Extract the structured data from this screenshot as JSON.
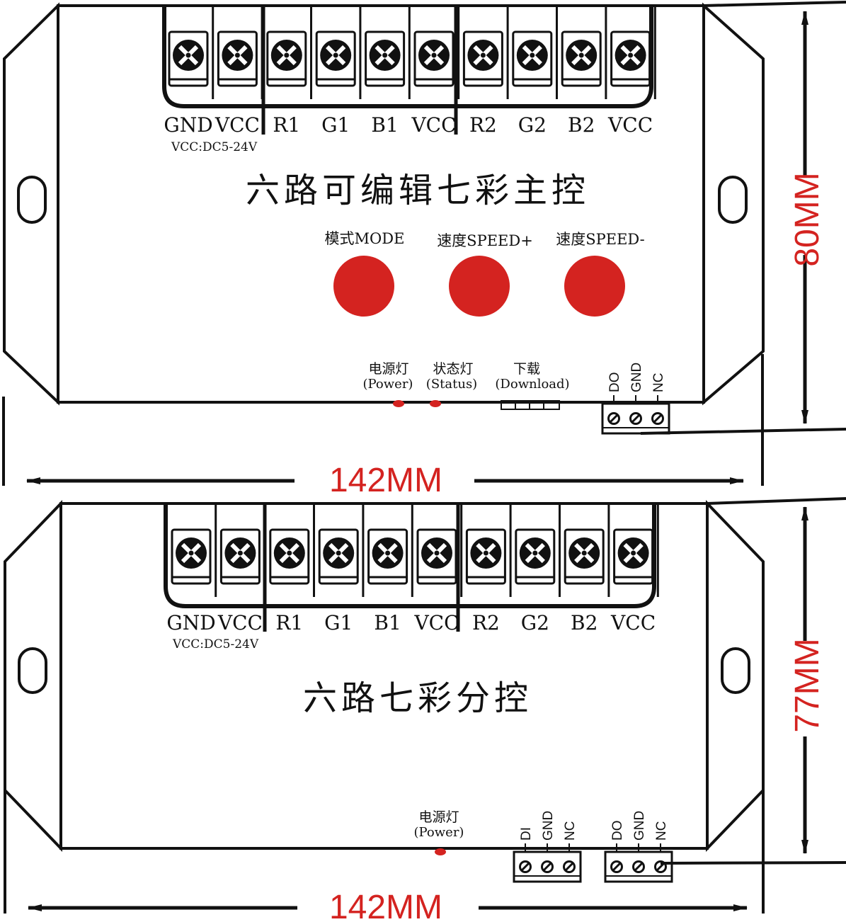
{
  "colors": {
    "ink": "#111111",
    "accent": "#d42320",
    "paper": "#ffffff"
  },
  "main_controller": {
    "terminals": [
      "GND",
      "VCC",
      "R1",
      "G1",
      "B1",
      "VCC",
      "R2",
      "G2",
      "B2",
      "VCC"
    ],
    "voltage": "VCC:DC5-24V",
    "title": "六路可编辑七彩主控",
    "buttons": [
      {
        "label": "模式MODE"
      },
      {
        "label": "速度SPEED+"
      },
      {
        "label": "速度SPEED-"
      }
    ],
    "power_led": {
      "cn": "电源灯",
      "en": "(Power)"
    },
    "status_led": {
      "cn": "状态灯",
      "en": "(Status)"
    },
    "download": {
      "cn": "下载",
      "en": "(Download)"
    },
    "output_pins": [
      "DO",
      "GND",
      "NC"
    ],
    "width_label": "142MM",
    "height_label": "80MM"
  },
  "sub_controller": {
    "terminals": [
      "GND",
      "VCC",
      "R1",
      "G1",
      "B1",
      "VCC",
      "R2",
      "G2",
      "B2",
      "VCC"
    ],
    "voltage": "VCC:DC5-24V",
    "title": "六路七彩分控",
    "power_led": {
      "cn": "电源灯",
      "en": "(Power)"
    },
    "input_pins": [
      "DI",
      "GND",
      "NC"
    ],
    "output_pins": [
      "DO",
      "GND",
      "NC"
    ],
    "width_label": "142MM",
    "height_label": "77MM"
  }
}
